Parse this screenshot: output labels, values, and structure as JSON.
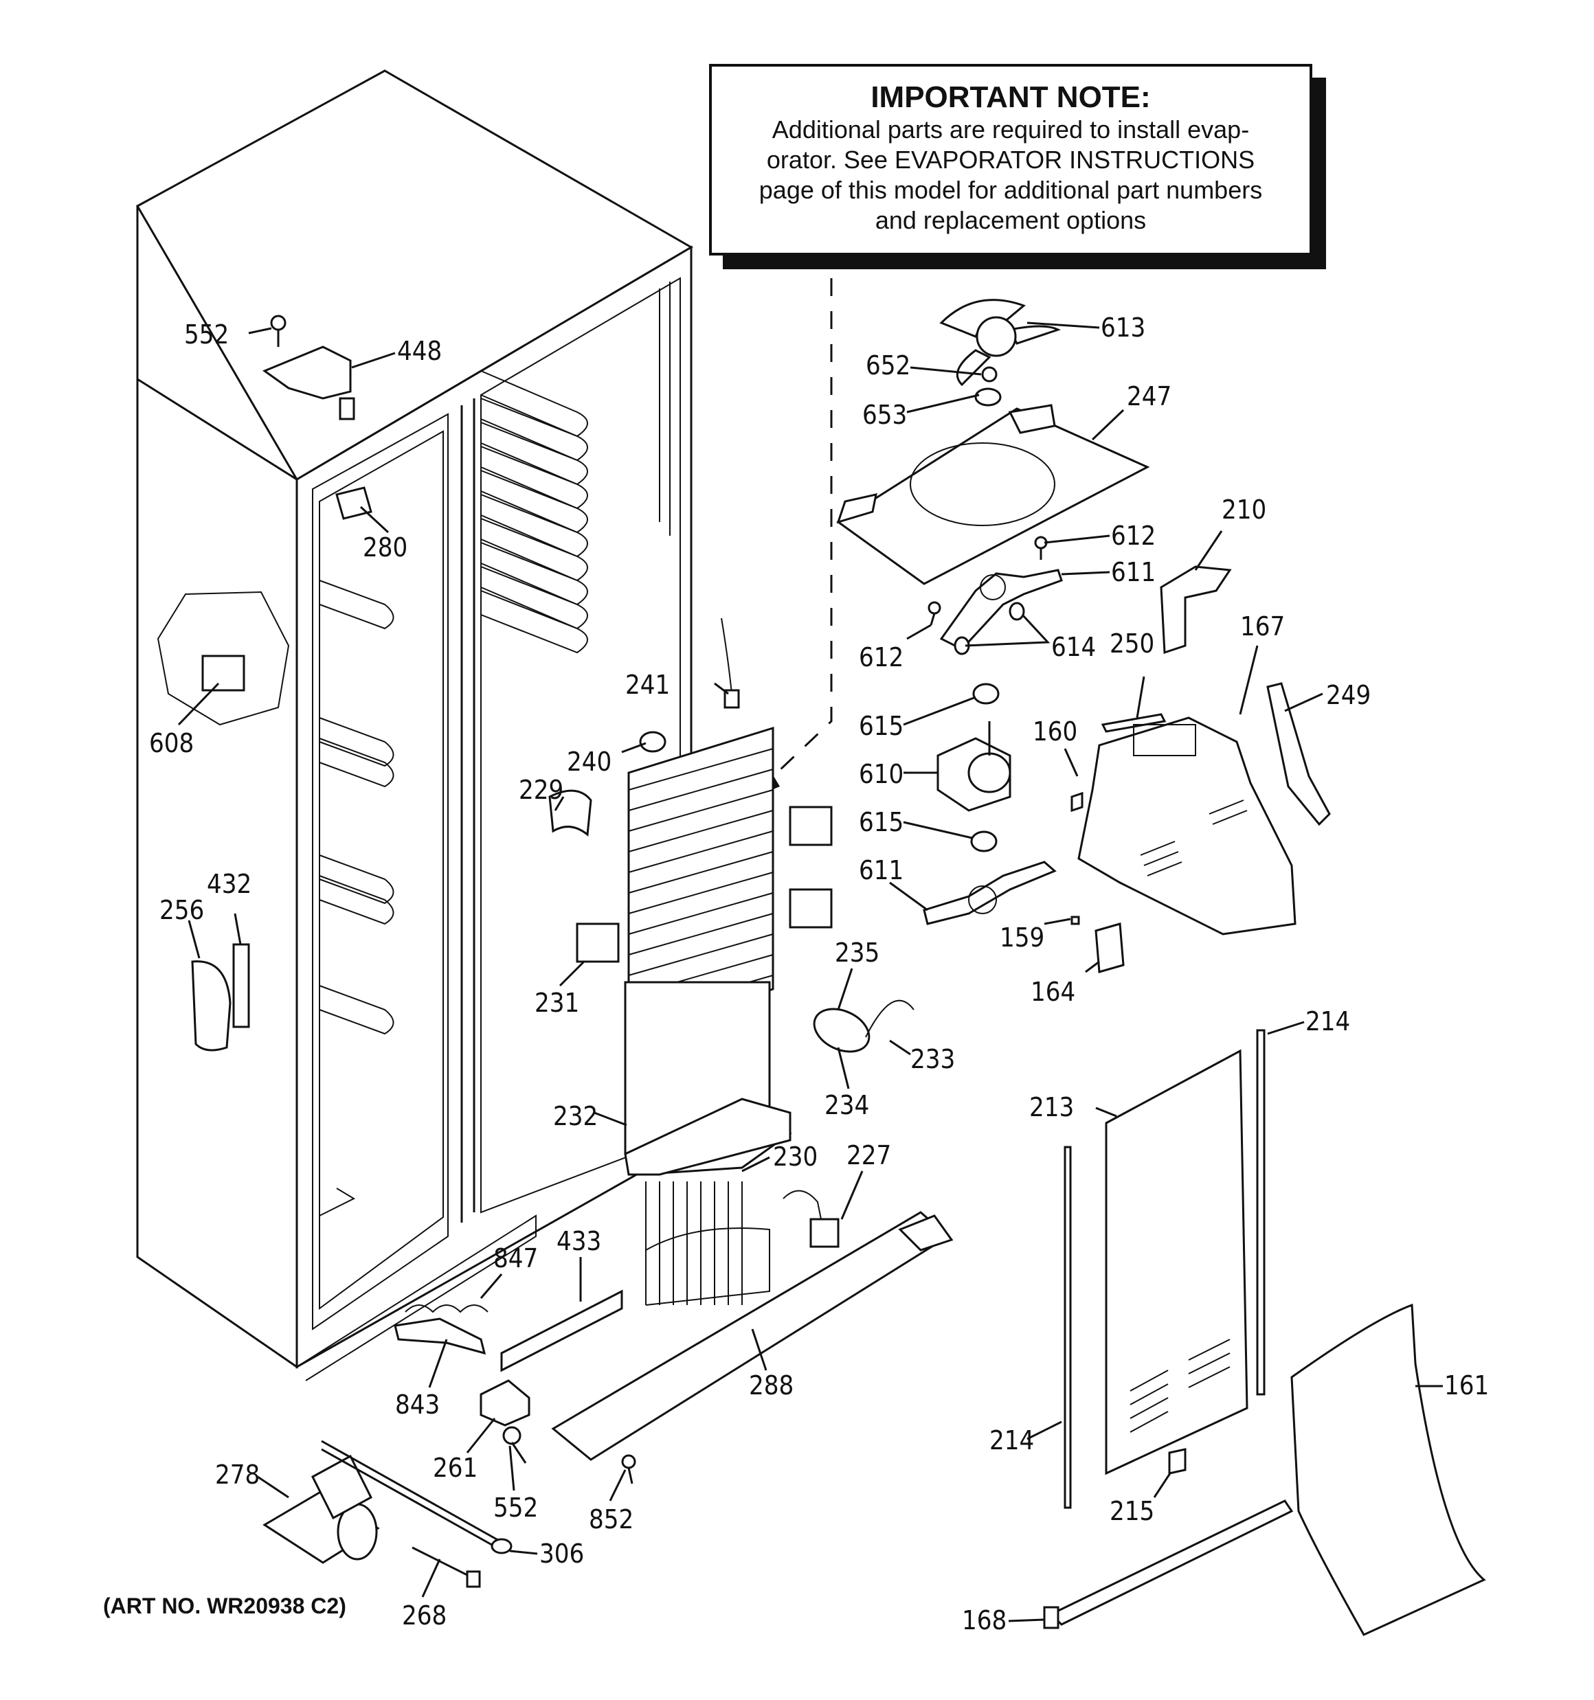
{
  "note": {
    "title": "IMPORTANT NOTE:",
    "lines": [
      "Additional parts are required to install evap-",
      "orator.  See EVAPORATOR INSTRUCTIONS",
      "page of this model for additional part numbers",
      "and replacement options"
    ]
  },
  "art_number": "(ART NO. WR20938 C2)",
  "callouts": [
    {
      "id": "552",
      "text": "552"
    },
    {
      "id": "448",
      "text": "448"
    },
    {
      "id": "280",
      "text": "280"
    },
    {
      "id": "608",
      "text": "608"
    },
    {
      "id": "432",
      "text": "432"
    },
    {
      "id": "256",
      "text": "256"
    },
    {
      "id": "613",
      "text": "613"
    },
    {
      "id": "652",
      "text": "652"
    },
    {
      "id": "653",
      "text": "653"
    },
    {
      "id": "247",
      "text": "247"
    },
    {
      "id": "210",
      "text": "210"
    },
    {
      "id": "612a",
      "text": "612"
    },
    {
      "id": "611a",
      "text": "611"
    },
    {
      "id": "612b",
      "text": "612"
    },
    {
      "id": "614",
      "text": "614"
    },
    {
      "id": "241",
      "text": "241"
    },
    {
      "id": "240",
      "text": "240"
    },
    {
      "id": "229",
      "text": "229"
    },
    {
      "id": "250",
      "text": "250"
    },
    {
      "id": "167",
      "text": "167"
    },
    {
      "id": "249",
      "text": "249"
    },
    {
      "id": "615a",
      "text": "615"
    },
    {
      "id": "160",
      "text": "160"
    },
    {
      "id": "610",
      "text": "610"
    },
    {
      "id": "615b",
      "text": "615"
    },
    {
      "id": "611b",
      "text": "611"
    },
    {
      "id": "159",
      "text": "159"
    },
    {
      "id": "164",
      "text": "164"
    },
    {
      "id": "235",
      "text": "235"
    },
    {
      "id": "231",
      "text": "231"
    },
    {
      "id": "233",
      "text": "233"
    },
    {
      "id": "234",
      "text": "234"
    },
    {
      "id": "214a",
      "text": "214"
    },
    {
      "id": "213",
      "text": "213"
    },
    {
      "id": "232",
      "text": "232"
    },
    {
      "id": "230",
      "text": "230"
    },
    {
      "id": "227",
      "text": "227"
    },
    {
      "id": "433",
      "text": "433"
    },
    {
      "id": "847",
      "text": "847"
    },
    {
      "id": "843",
      "text": "843"
    },
    {
      "id": "288",
      "text": "288"
    },
    {
      "id": "161",
      "text": "161"
    },
    {
      "id": "261",
      "text": "261"
    },
    {
      "id": "552b",
      "text": "552"
    },
    {
      "id": "214b",
      "text": "214"
    },
    {
      "id": "852",
      "text": "852"
    },
    {
      "id": "215",
      "text": "215"
    },
    {
      "id": "278",
      "text": "278"
    },
    {
      "id": "306",
      "text": "306"
    },
    {
      "id": "268",
      "text": "268"
    },
    {
      "id": "168",
      "text": "168"
    }
  ]
}
